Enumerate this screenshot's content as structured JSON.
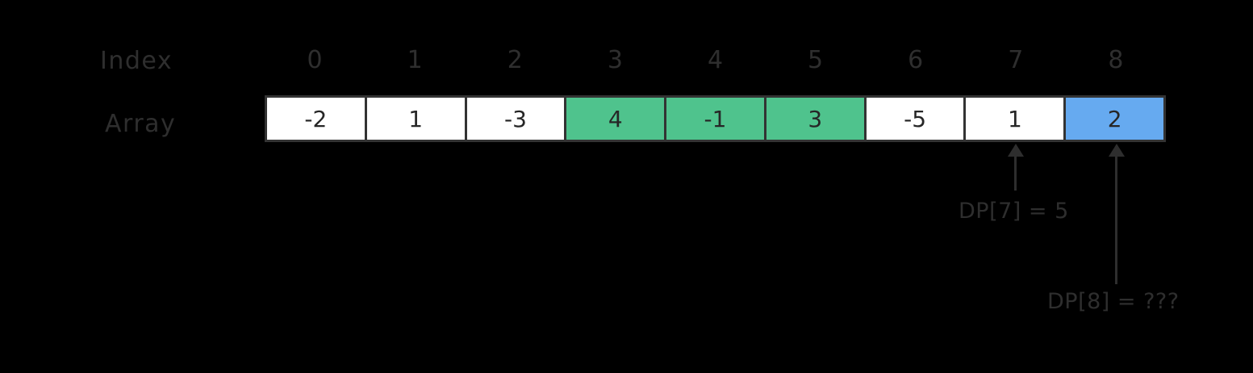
{
  "labels": {
    "index_row": "Index",
    "array_row": "Array"
  },
  "colors": {
    "background": "#000000",
    "cell_fill": "#ffffff",
    "cell_border": "#333333",
    "cell_text": "#262626",
    "highlight_green": "#4fc38d",
    "highlight_blue": "#66aaf0",
    "label_text": "#2e2e2e",
    "arrow": "#2e2e2e"
  },
  "chart_data": {
    "type": "table",
    "title": "",
    "xlabel": "Index",
    "ylabel": "Array",
    "categories": [
      "0",
      "1",
      "2",
      "3",
      "4",
      "5",
      "6",
      "7",
      "8"
    ],
    "values": [
      -2,
      1,
      -3,
      4,
      -1,
      3,
      -5,
      1,
      2
    ],
    "cell_states": [
      "normal",
      "normal",
      "normal",
      "green",
      "green",
      "green",
      "normal",
      "normal",
      "blue"
    ],
    "legend": [],
    "annotations": [
      {
        "text": "DP[7] = 5",
        "target_index": 7,
        "arrow_length": "short"
      },
      {
        "text": "DP[8] = ???",
        "target_index": 8,
        "arrow_length": "long"
      }
    ]
  },
  "cells": [
    {
      "index": "0",
      "value": "-2",
      "state": "normal"
    },
    {
      "index": "1",
      "value": "1",
      "state": "normal"
    },
    {
      "index": "2",
      "value": "-3",
      "state": "normal"
    },
    {
      "index": "3",
      "value": "4",
      "state": "green"
    },
    {
      "index": "4",
      "value": "-1",
      "state": "green"
    },
    {
      "index": "5",
      "value": "3",
      "state": "green"
    },
    {
      "index": "6",
      "value": "-5",
      "state": "normal"
    },
    {
      "index": "7",
      "value": "1",
      "state": "normal"
    },
    {
      "index": "8",
      "value": "2",
      "state": "blue"
    }
  ],
  "annotations": {
    "dp7": "DP[7] = 5",
    "dp8": "DP[8] = ???"
  }
}
